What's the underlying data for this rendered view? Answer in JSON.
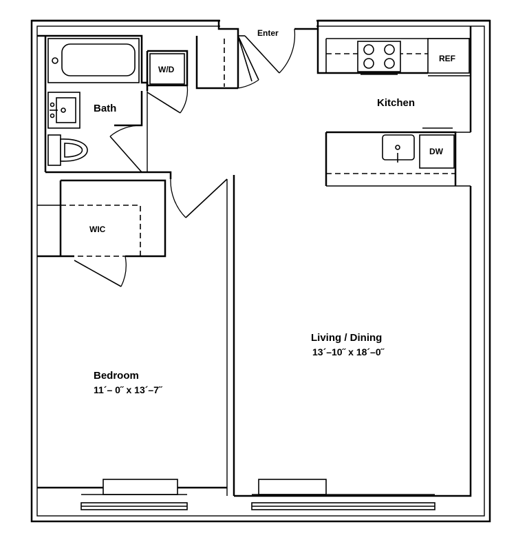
{
  "rooms": {
    "enter": "Enter",
    "bath": "Bath",
    "washer_dryer": "W/D",
    "kitchen": "Kitchen",
    "refrigerator": "REF",
    "dishwasher": "DW",
    "walk_in_closet": "WIC",
    "living_dining": "Living / Dining",
    "living_dining_dims": "13´–10˝ x 18´–0˝",
    "bedroom": "Bedroom",
    "bedroom_dims": "11´– 0˝ x 13´–7˝"
  }
}
